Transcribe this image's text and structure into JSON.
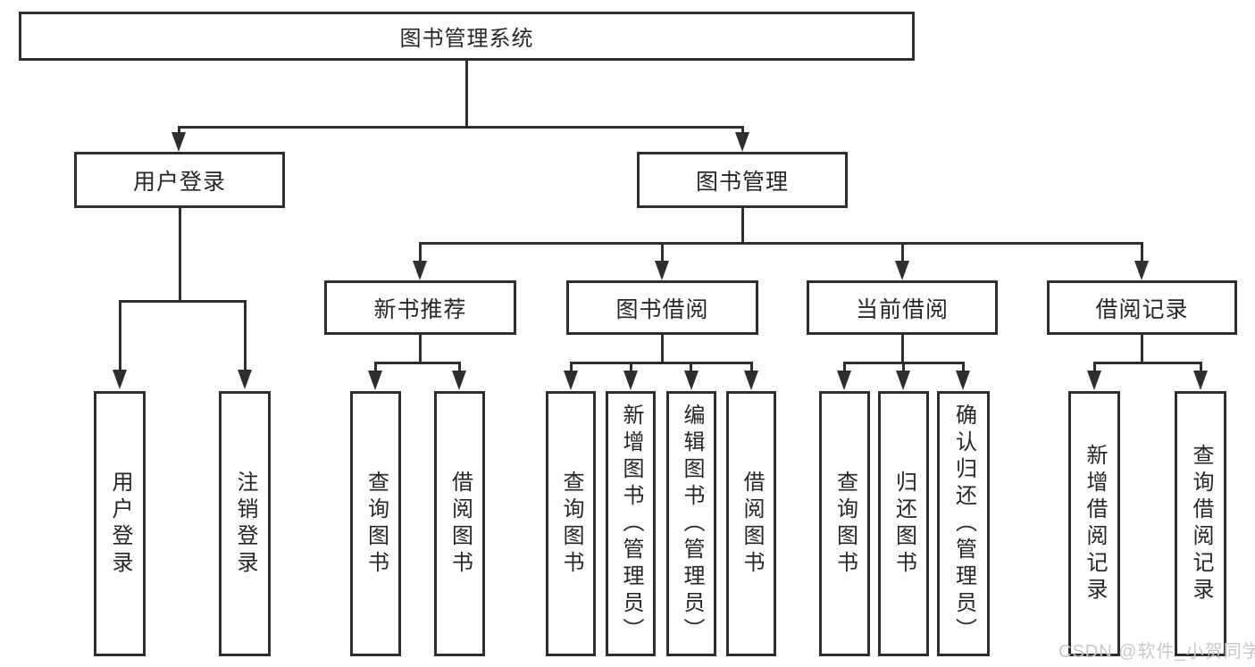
{
  "diagram": {
    "type": "tree",
    "title": "图书管理系统",
    "colors": {
      "line": "#2e2e2e",
      "text": "#262626",
      "background": "#ffffff",
      "watermark": "#c8c8c8"
    },
    "tree": {
      "label": "图书管理系统",
      "children": [
        {
          "label": "用户登录",
          "children": [
            {
              "label": "用户登录"
            },
            {
              "label": "注销登录"
            }
          ]
        },
        {
          "label": "图书管理",
          "children": [
            {
              "label": "新书推荐",
              "children": [
                {
                  "label": "查询图书"
                },
                {
                  "label": "借阅图书"
                }
              ]
            },
            {
              "label": "图书借阅",
              "children": [
                {
                  "label": "查询图书"
                },
                {
                  "label": "新增图书（管理员）"
                },
                {
                  "label": "编辑图书（管理员）"
                },
                {
                  "label": "借阅图书"
                }
              ]
            },
            {
              "label": "当前借阅",
              "children": [
                {
                  "label": "查询图书"
                },
                {
                  "label": "归还图书"
                },
                {
                  "label": "确认归还（管理员）"
                }
              ]
            },
            {
              "label": "借阅记录",
              "children": [
                {
                  "label": "新增借阅记录"
                },
                {
                  "label": "查询借阅记录"
                }
              ]
            }
          ]
        }
      ]
    },
    "watermark": "CSDN @软件_小贺同学"
  }
}
